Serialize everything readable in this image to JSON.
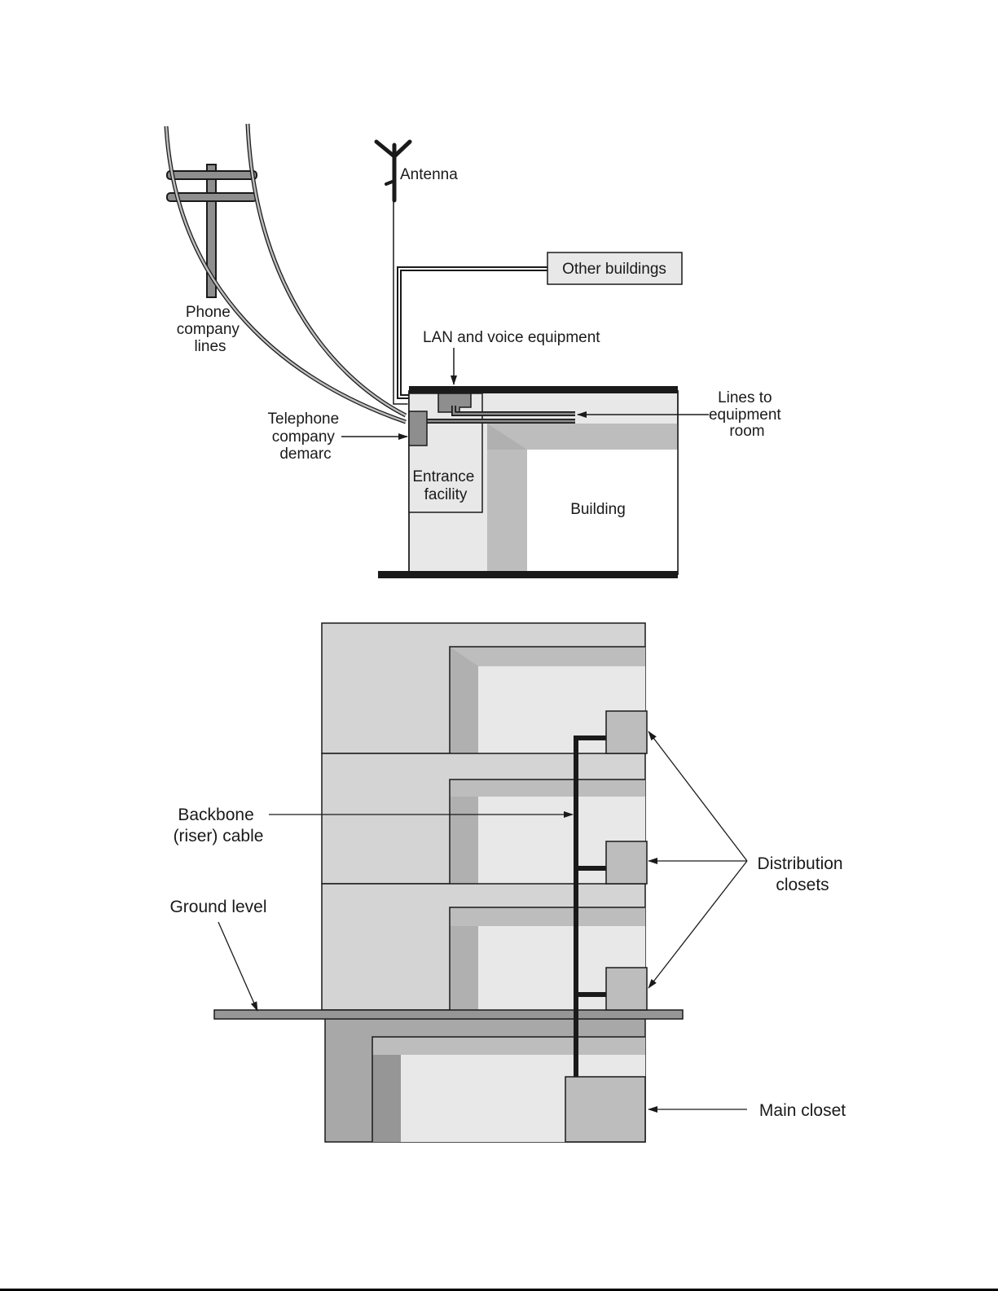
{
  "figure_top": {
    "labels": {
      "antenna": "Antenna",
      "other_buildings": "Other buildings",
      "phone_company_lines": [
        "Phone",
        "company",
        "lines"
      ],
      "lan_voice_equipment": "LAN and voice equipment",
      "telephone_company_demarc": [
        "Telephone",
        "company",
        "demarc"
      ],
      "lines_to_equipment_room": [
        "Lines to",
        "equipment",
        "room"
      ],
      "entrance_facility": [
        "Entrance",
        "facility"
      ],
      "building": "Building"
    }
  },
  "figure_bottom": {
    "labels": {
      "backbone_cable": [
        "Backbone",
        "(riser) cable"
      ],
      "ground_level": "Ground level",
      "distribution_closets": [
        "Distribution",
        "closets"
      ],
      "main_closet": "Main closet"
    }
  },
  "colors": {
    "ink": "#1a1a1a",
    "light_fill": "#e8e8e8",
    "mid_fill": "#d4d4d4",
    "wall_fill": "#bdbdbd",
    "dark_wall": "#a8a8a8",
    "equipment": "#8e8e8e"
  }
}
